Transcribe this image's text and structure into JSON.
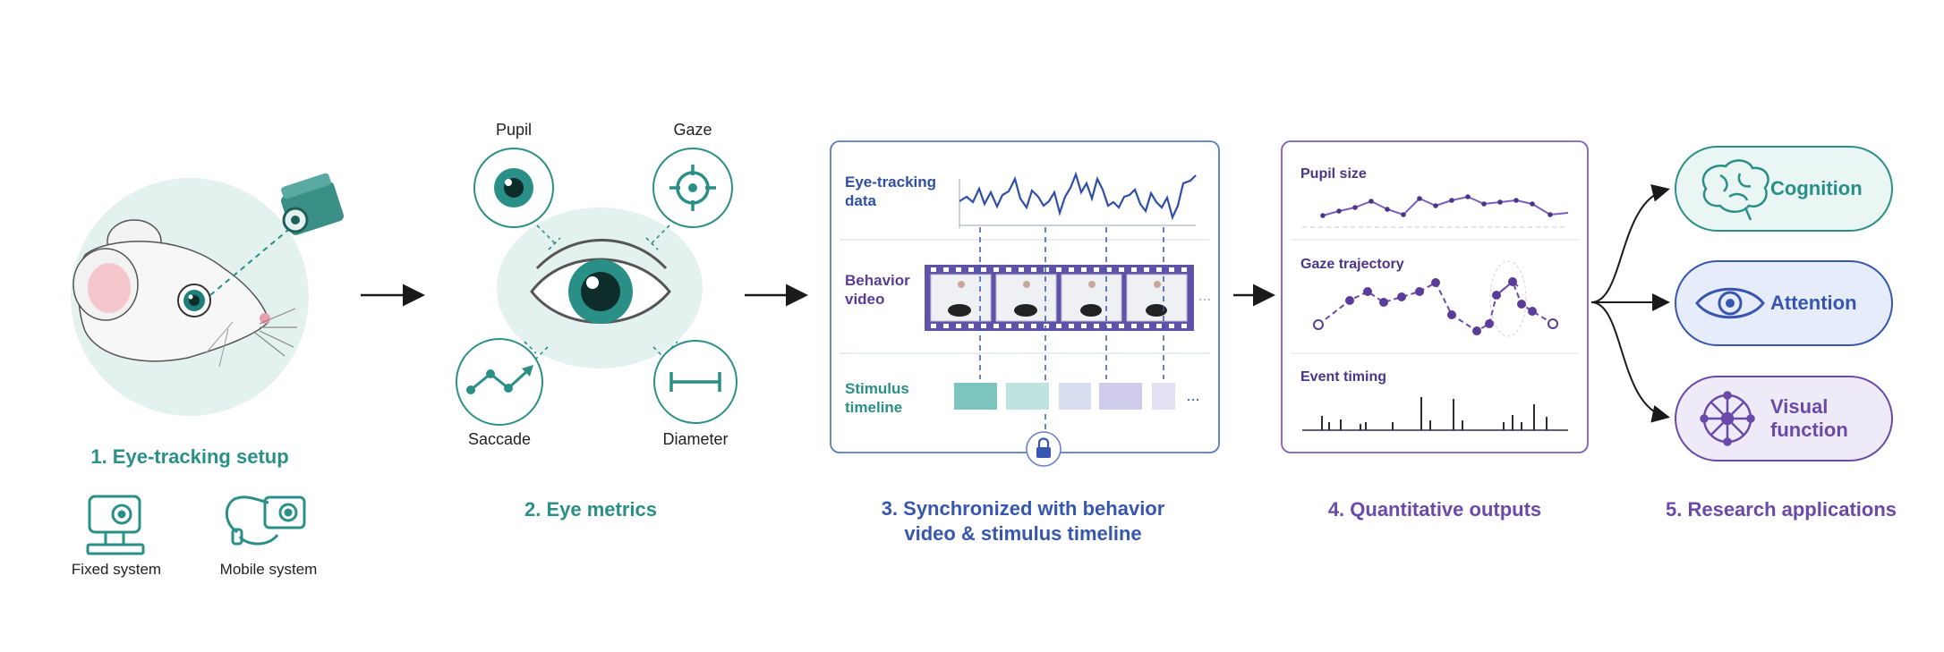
{
  "steps": {
    "s1": "1. Eye-tracking setup",
    "s2": "2. Eye metrics",
    "s3_line1": "3. Synchronized with behavior",
    "s3_line2": "video & stimulus timeline",
    "s4": "4. Quantitative outputs",
    "s5": "5. Research applications"
  },
  "setup": {
    "fixed_label": "Fixed system",
    "mobile_label": "Mobile system"
  },
  "metrics": {
    "pupil": "Pupil",
    "gaze": "Gaze",
    "saccade": "Saccade",
    "diameter": "Diameter"
  },
  "sync_panel": {
    "eye_label": "Eye-tracking data",
    "behavior_label": "Behavior video",
    "stimulus_label": "Stimulus timeline",
    "ellipsis": "..."
  },
  "outputs": {
    "pupil_size": "Pupil size",
    "gaze_trajectory": "Gaze trajectory",
    "event_timing": "Event timing"
  },
  "applications": [
    {
      "label": "Cognition",
      "icon": "brain-icon",
      "color": "#2a8f86"
    },
    {
      "label": "Attention",
      "icon": "eye-icon",
      "color": "#3656b0"
    },
    {
      "label": "Visual function",
      "icon": "neural-network-icon",
      "color": "#6a4aa8"
    }
  ],
  "colors": {
    "teal": "#2a8f86",
    "blue": "#3656b0",
    "purple": "#6a4aa8"
  }
}
